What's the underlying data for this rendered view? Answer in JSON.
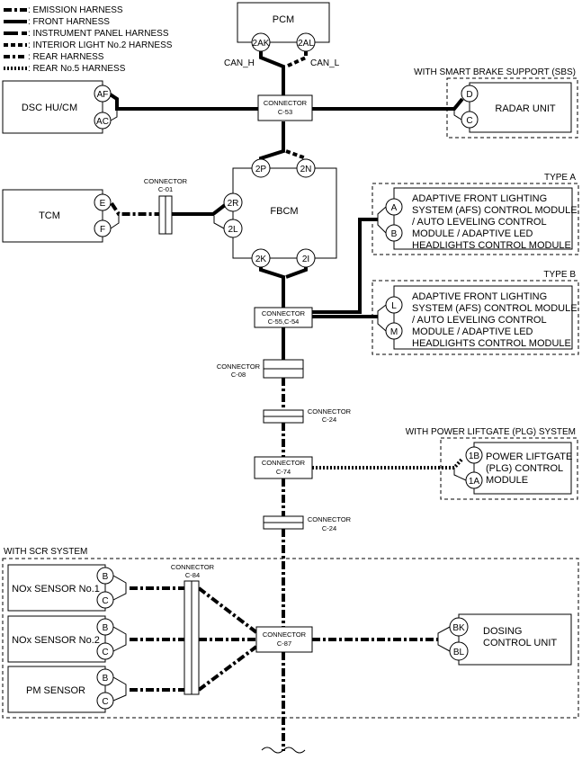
{
  "legend": [
    {
      "label": ": EMISSION HARNESS",
      "style": "emission"
    },
    {
      "label": ": FRONT HARNESS",
      "style": "front"
    },
    {
      "label": ": INSTRUMENT PANEL HARNESS",
      "style": "ip"
    },
    {
      "label": ": INTERIOR LIGHT No.2 HARNESS",
      "style": "il2"
    },
    {
      "label": ": REAR HARNESS",
      "style": "rear"
    },
    {
      "label": ": REAR No.5 HARNESS",
      "style": "rear5"
    }
  ],
  "pcm": {
    "label": "PCM",
    "pin_left": "2AK",
    "pin_right": "2AL",
    "can_h": "CAN_H",
    "can_l": "CAN_L"
  },
  "dsc": {
    "label": "DSC HU/CM",
    "pin_top": "AF",
    "pin_bottom": "AC"
  },
  "sbs": {
    "group": "WITH SMART BRAKE SUPPORT (SBS)",
    "label": "RADAR UNIT",
    "pin_top": "D",
    "pin_bottom": "C"
  },
  "c53": {
    "line1": "CONNECTOR",
    "line2": "C-53"
  },
  "fbcm": {
    "label": "FBCM",
    "pins": [
      "2P",
      "2N",
      "2R",
      "2L",
      "2K",
      "2I"
    ]
  },
  "tcm": {
    "label": "TCM",
    "pin_top": "E",
    "pin_bottom": "F"
  },
  "c01": {
    "line1": "CONNECTOR",
    "line2": "C-01"
  },
  "type_a": {
    "title": "TYPE A",
    "pin_top": "A",
    "pin_bottom": "B",
    "lines": [
      "ADAPTIVE FRONT LIGHTING",
      "SYSTEM (AFS) CONTROL MODULE",
      "/ AUTO LEVELING CONTROL",
      "MODULE / ADAPTIVE LED",
      "HEADLIGHTS CONTROL MODULE"
    ]
  },
  "type_b": {
    "title": "TYPE B",
    "pin_top": "L",
    "pin_bottom": "M",
    "lines": [
      "ADAPTIVE FRONT LIGHTING",
      "SYSTEM (AFS) CONTROL MODULE",
      "/ AUTO LEVELING CONTROL",
      "MODULE / ADAPTIVE LED",
      "HEADLIGHTS CONTROL MODULE"
    ]
  },
  "c55": {
    "line1": "CONNECTOR",
    "line2": "C-55,C-54"
  },
  "c08": {
    "line1": "CONNECTOR",
    "line2": "C-08"
  },
  "c24a": {
    "line1": "CONNECTOR",
    "line2": "C-24"
  },
  "plg": {
    "group": "WITH POWER LIFTGATE (PLG) SYSTEM",
    "pin_top": "1B",
    "pin_bottom": "1A",
    "lines": [
      "POWER LIFTGATE",
      "(PLG) CONTROL",
      "MODULE"
    ]
  },
  "c74": {
    "line1": "CONNECTOR",
    "line2": "C-74"
  },
  "c24b": {
    "line1": "CONNECTOR",
    "line2": "C-24"
  },
  "scr": {
    "group": "WITH SCR SYSTEM"
  },
  "c84": {
    "line1": "CONNECTOR",
    "line2": "C-84"
  },
  "c87": {
    "line1": "CONNECTOR",
    "line2": "C-87"
  },
  "nox1": {
    "label": "NOx SENSOR No.1",
    "pin_top": "B",
    "pin_bottom": "C"
  },
  "nox2": {
    "label": "NOx SENSOR No.2",
    "pin_top": "B",
    "pin_bottom": "C"
  },
  "pm": {
    "label": "PM SENSOR",
    "pin_top": "B",
    "pin_bottom": "C"
  },
  "dosing": {
    "line1": "DOSING",
    "line2": "CONTROL UNIT",
    "pin_top": "BK",
    "pin_bottom": "BL"
  }
}
